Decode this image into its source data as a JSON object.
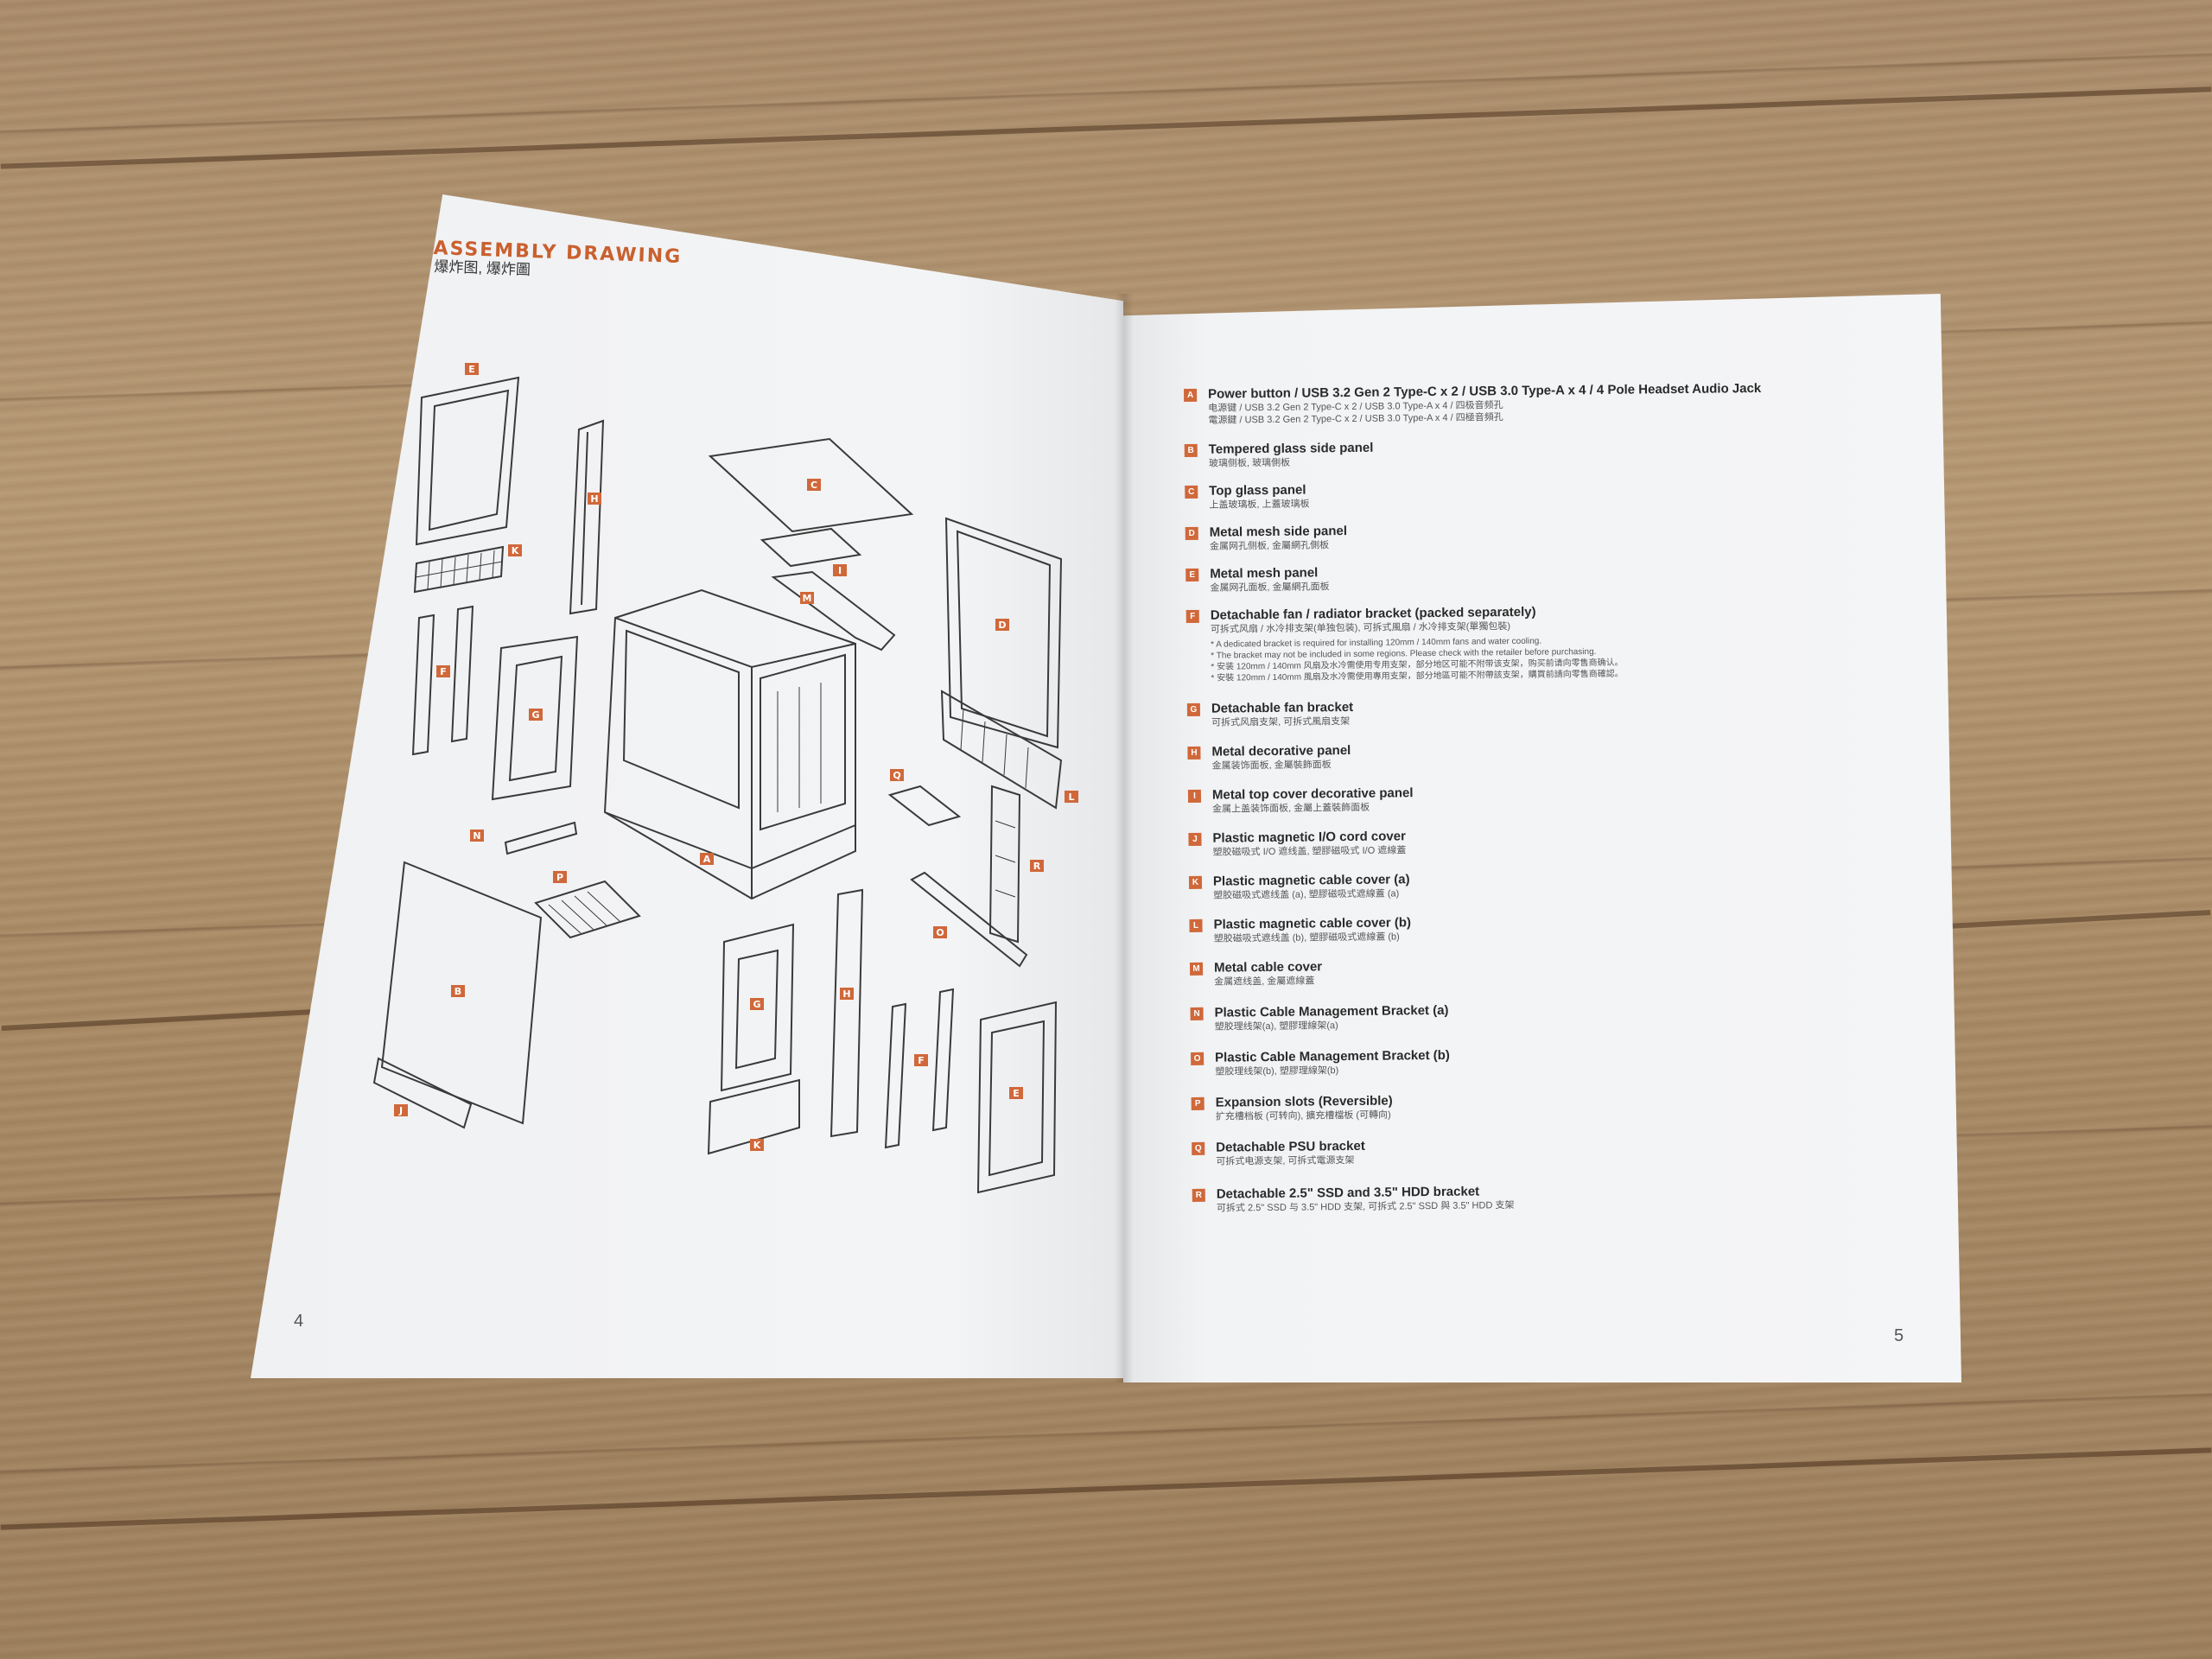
{
  "manual": {
    "left_page": {
      "title": "ASSEMBLY DRAWING",
      "subtitle": "爆炸图, 爆炸圖",
      "page_number": "4",
      "diagram_labels": {
        "E_top": "E",
        "H_top": "H",
        "K_top": "K",
        "C": "C",
        "I": "I",
        "M": "M",
        "D": "D",
        "F_left": "F",
        "G_left": "G",
        "N": "N",
        "P": "P",
        "A": "A",
        "Q": "Q",
        "L": "L",
        "R": "R",
        "B": "B",
        "O": "O",
        "G_bottom": "G",
        "H_bottom": "H",
        "F_bottom": "F",
        "E_bottom": "E",
        "J": "J",
        "K_bottom": "K"
      }
    },
    "right_page": {
      "page_number": "5",
      "parts": [
        {
          "letter": "A",
          "name": "Power button / USB 3.2 Gen 2 Type-C x 2 / USB 3.0 Type-A x 4 / 4 Pole Headset Audio Jack",
          "sub1": "电源键 / USB 3.2 Gen 2 Type-C x 2 / USB 3.0 Type-A x 4 / 四极音频孔",
          "sub2": "電源鍵 / USB 3.2 Gen 2 Type-C x 2 / USB 3.0 Type-A x 4 / 四極音頻孔"
        },
        {
          "letter": "B",
          "name": "Tempered glass side panel",
          "sub1": "玻璃侧板, 玻璃側板"
        },
        {
          "letter": "C",
          "name": "Top glass panel",
          "sub1": "上盖玻璃板, 上蓋玻璃板"
        },
        {
          "letter": "D",
          "name": "Metal mesh side panel",
          "sub1": "金属网孔侧板, 金屬網孔側板"
        },
        {
          "letter": "E",
          "name": "Metal mesh panel",
          "sub1": "金属网孔面板, 金屬網孔面板"
        },
        {
          "letter": "F",
          "name": "Detachable fan / radiator bracket (packed separately)",
          "sub1": "可拆式风扇 / 水冷排支架(单独包装), 可拆式風扇 / 水冷排支架(單獨包裝)",
          "note1": "* A dedicated bracket is required for installing 120mm / 140mm fans and water cooling.",
          "note2": "* The bracket may not be included in some regions. Please check with the retailer before purchasing.",
          "note3": "* 安装 120mm / 140mm 风扇及水冷需使用专用支架，部分地区可能不附带该支架，购买前请向零售商确认。",
          "note4": "* 安裝 120mm / 140mm 風扇及水冷需使用專用支架，部分地區可能不附帶該支架，購買前請向零售商確認。"
        },
        {
          "letter": "G",
          "name": "Detachable fan bracket",
          "sub1": "可拆式风扇支架, 可拆式風扇支架"
        },
        {
          "letter": "H",
          "name": "Metal decorative panel",
          "sub1": "金属装饰面板, 金屬裝飾面板"
        },
        {
          "letter": "I",
          "name": "Metal top cover decorative panel",
          "sub1": "金属上盖装饰面板, 金屬上蓋裝飾面板"
        },
        {
          "letter": "J",
          "name": "Plastic magnetic I/O cord cover",
          "sub1": "塑胶磁吸式 I/O 遮线盖, 塑膠磁吸式 I/O 遮線蓋"
        },
        {
          "letter": "K",
          "name": "Plastic magnetic cable cover (a)",
          "sub1": "塑胶磁吸式遮线盖 (a), 塑膠磁吸式遮線蓋 (a)"
        },
        {
          "letter": "L",
          "name": "Plastic magnetic cable cover (b)",
          "sub1": "塑胶磁吸式遮线盖 (b), 塑膠磁吸式遮線蓋 (b)"
        },
        {
          "letter": "M",
          "name": "Metal cable cover",
          "sub1": "金属遮线盖, 金屬遮線蓋"
        },
        {
          "letter": "N",
          "name": "Plastic Cable Management Bracket (a)",
          "sub1": "塑胶理线架(a), 塑膠理線架(a)"
        },
        {
          "letter": "O",
          "name": "Plastic Cable Management Bracket (b)",
          "sub1": "塑胶理线架(b), 塑膠理線架(b)"
        },
        {
          "letter": "P",
          "name": "Expansion slots (Reversible)",
          "sub1": "扩充槽档板 (可转向), 擴充槽檔板 (可轉向)"
        },
        {
          "letter": "Q",
          "name": "Detachable PSU bracket",
          "sub1": "可拆式电源支架, 可拆式電源支架"
        },
        {
          "letter": "R",
          "name": "Detachable 2.5\" SSD and 3.5\" HDD bracket",
          "sub1": "可拆式 2.5\" SSD 与 3.5\" HDD 支架, 可拆式 2.5\" SSD 與 3.5\" HDD 支架"
        }
      ]
    }
  },
  "colors": {
    "accent": "#d0683a",
    "paper": "#f2f3f4",
    "wood": "#a98c6b"
  }
}
